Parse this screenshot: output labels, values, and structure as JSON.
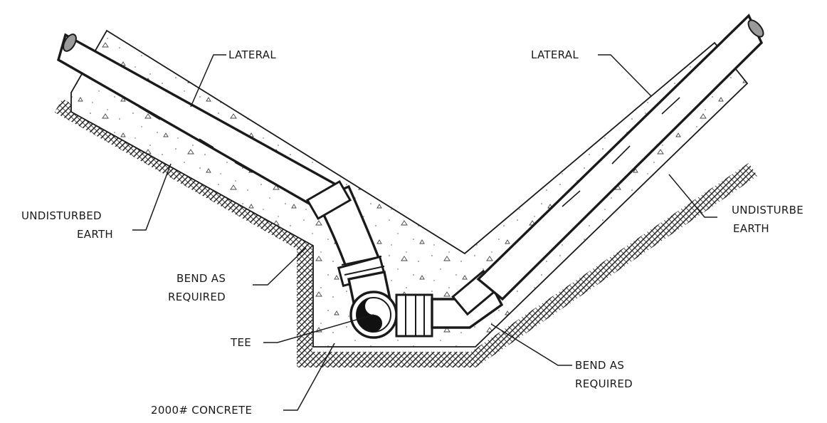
{
  "labels": {
    "lateral_left": "LATERAL",
    "lateral_right": "LATERAL",
    "undisturbed_left_1": "UNDISTURBED",
    "undisturbed_left_2": "EARTH",
    "undisturbed_right_1": "UNDISTURBE",
    "undisturbed_right_2": "EARTH",
    "bend_left_1": "BEND AS",
    "bend_left_2": "REQUIRED",
    "tee": "TEE",
    "bend_right_1": "BEND AS",
    "bend_right_2": "REQUIRED",
    "concrete": "2000# CONCRETE"
  },
  "colors": {
    "ink": "#1a1a1a",
    "paper": "#ffffff",
    "earth_hatch": "#2b2b2b"
  }
}
